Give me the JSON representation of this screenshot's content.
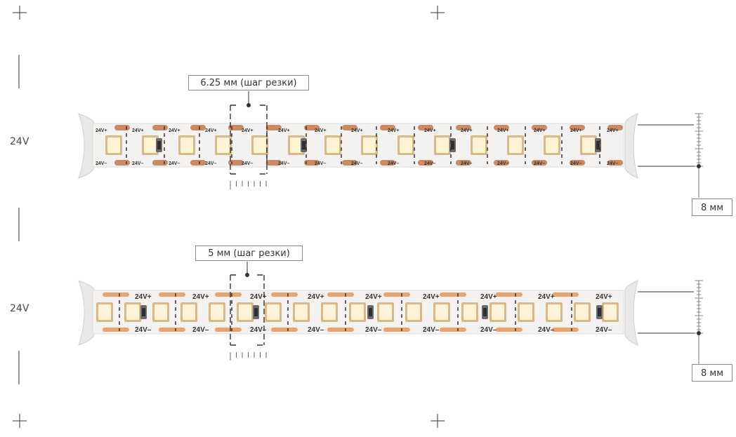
{
  "strips": [
    {
      "voltage": "24V",
      "cut_label": "6.25 мм (шаг резки)",
      "width_label": "8 мм",
      "pad_plus": "24V+",
      "pad_minus": "24V–"
    },
    {
      "voltage": "24V",
      "cut_label": "5 мм (шаг резки)",
      "width_label": "8 мм",
      "pad_plus": "24V+",
      "pad_minus": "24V–"
    }
  ],
  "colors": {
    "led": "#f7e6bf",
    "led_core": "#fff3d6",
    "led_frame": "#d9b98a",
    "copper_pad": "#c98a66",
    "strip": "#f3f2f0",
    "ink": "#333333"
  }
}
